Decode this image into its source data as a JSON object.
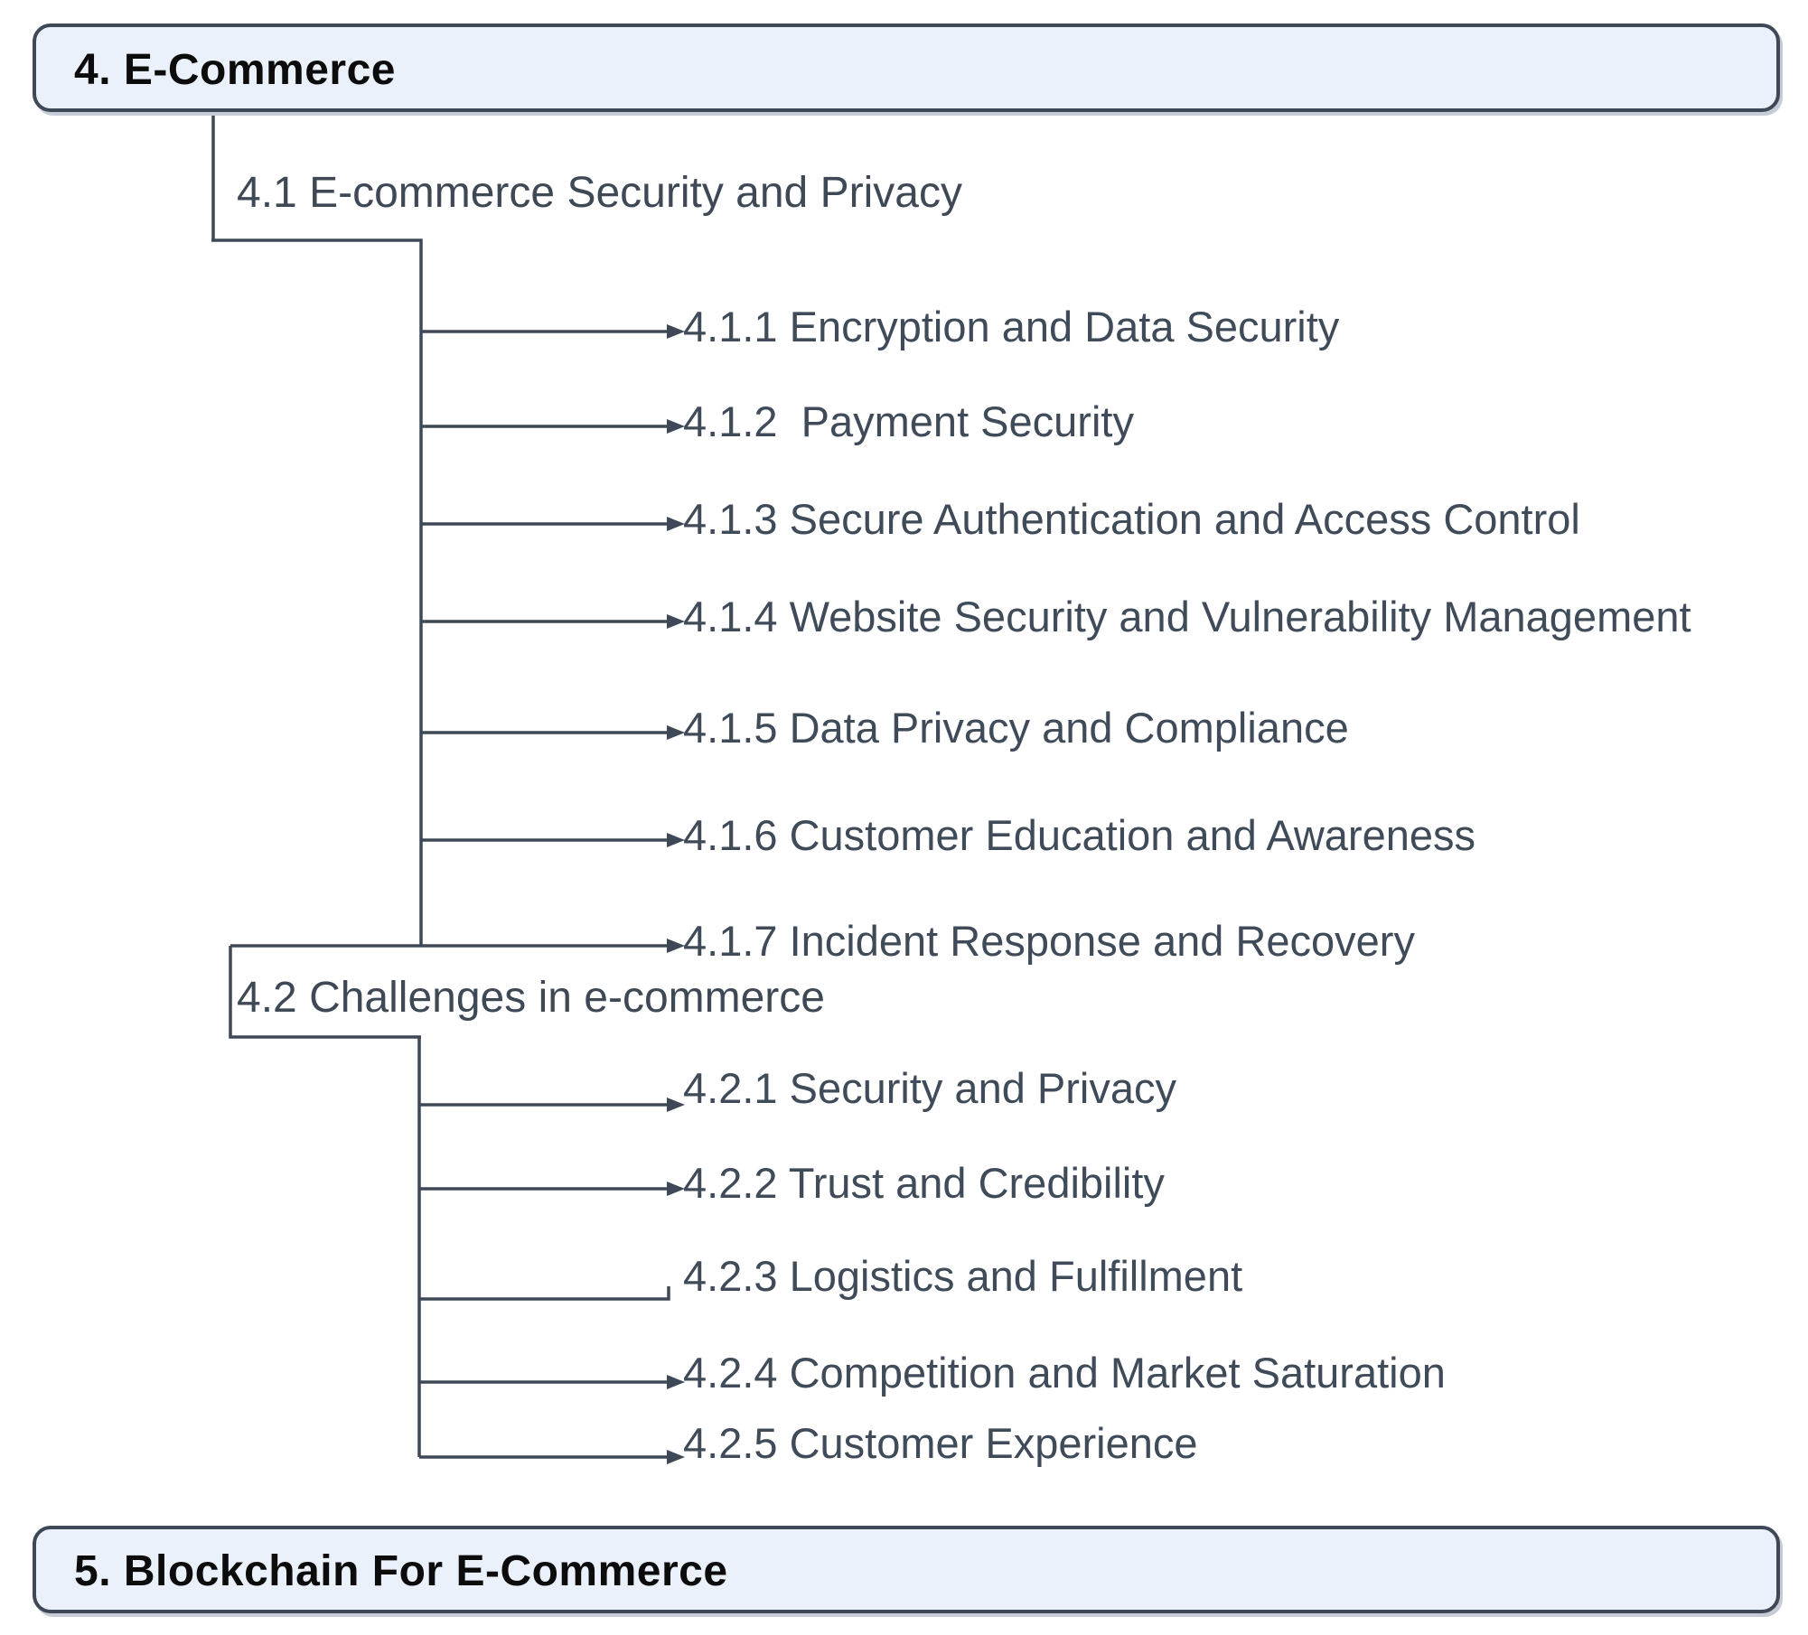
{
  "diagram": {
    "top_box": {
      "label": "4. E-Commerce"
    },
    "bottom_box": {
      "label": "5. Blockchain For E-Commerce"
    },
    "sections": [
      {
        "label": "4.1 E-commerce Security and Privacy",
        "items": [
          "4.1.1 Encryption and Data Security",
          "4.1.2  Payment Security",
          "4.1.3 Secure Authentication and Access Control",
          "4.1.4 Website Security and Vulnerability Management",
          "4.1.5 Data Privacy and Compliance",
          "4.1.6 Customer Education and Awareness",
          "4.1.7 Incident Response and Recovery"
        ]
      },
      {
        "label": "4.2 Challenges in e-commerce",
        "items": [
          "4.2.1 Security and Privacy",
          "4.2.2 Trust and Credibility",
          "4.2.3 Logistics and Fulfillment",
          "4.2.4 Competition and Market Saturation",
          "4.2.5 Customer Experience"
        ]
      }
    ],
    "colors": {
      "box_fill": "#ebf1fb",
      "box_border": "#3e4856",
      "connector_line": "#3e4856",
      "item_text": "#404b59",
      "header_text": "#0c0c0c"
    }
  }
}
